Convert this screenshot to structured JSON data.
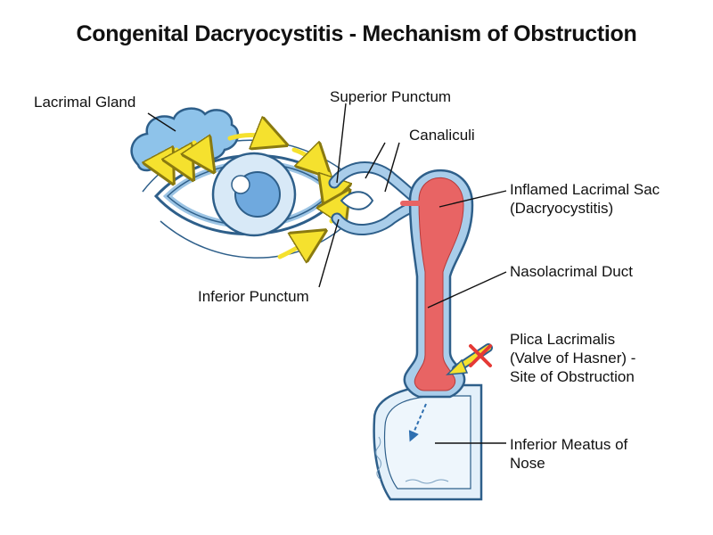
{
  "title": "Congenital Dacryocystitis - Mechanism of Obstruction",
  "labels": {
    "lacrimal_gland": "Lacrimal Gland",
    "superior_punctum": "Superior Punctum",
    "canaliculi": "Canaliculi",
    "inflamed_sac_line1": "Inflamed Lacrimal Sac",
    "inflamed_sac_line2": "(Dacryocystitis)",
    "nasolacrimal_duct": "Nasolacrimal Duct",
    "plica_line1": "Plica Lacrimalis",
    "plica_line2": "(Valve of Hasner) -",
    "plica_line3": "Site of Obstruction",
    "inferior_punctum": "Inferior Punctum",
    "inferior_meatus_line1": "Inferior Meatus of",
    "inferior_meatus_line2": "Nose"
  },
  "colors": {
    "outline": "#2e5f8a",
    "duct_blue": "#a9cdea",
    "inflamed_red": "#e86464",
    "gland_blue": "#8ec3ea",
    "tear_arrow": "#f5e12e",
    "obstruction_x": "#e53935",
    "nose_fill": "#e3f0fa"
  }
}
